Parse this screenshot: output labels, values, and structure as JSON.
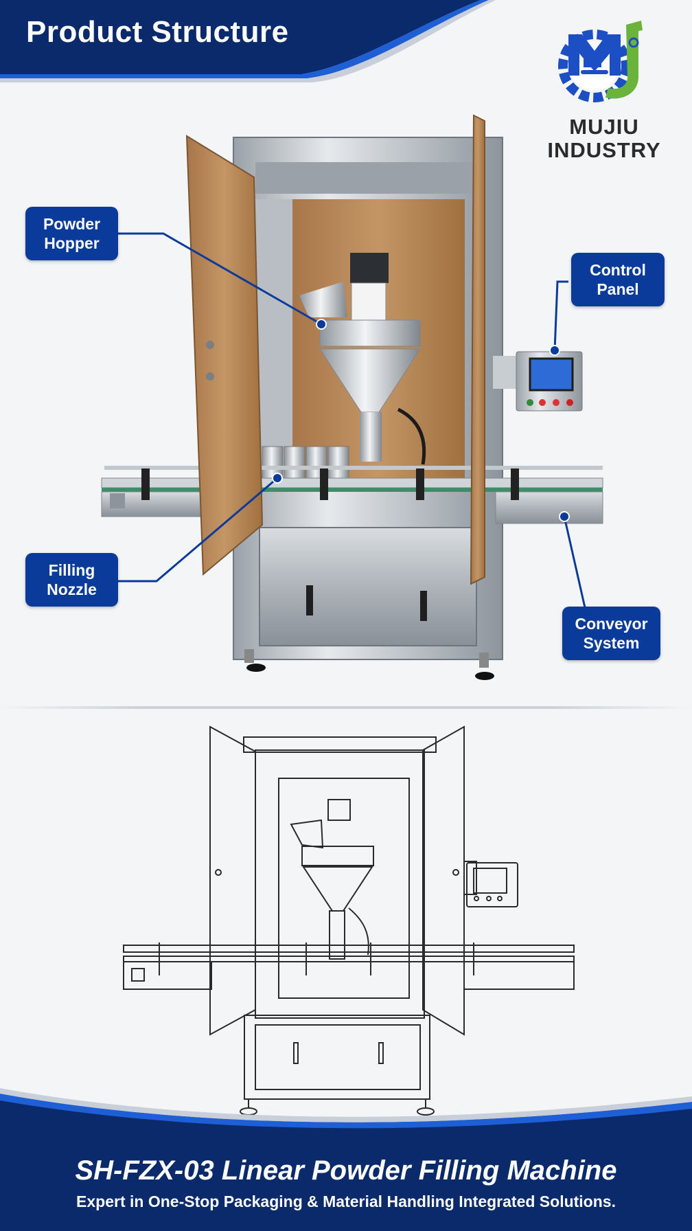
{
  "header": {
    "title": "Product Structure"
  },
  "brand": {
    "line1": "MUJIU",
    "line2": "INDUSTRY",
    "logo_icon": "gear-conveyor-logo-icon"
  },
  "callouts": {
    "powder_hopper": "Powder Hopper",
    "control_panel": "Control Panel",
    "filling_nozzle": "Filling Nozzle",
    "conveyor_system": "Conveyor System"
  },
  "footer": {
    "title": "SH-FZX-03 Linear Powder Filling Machine",
    "tagline": "Expert in One-Stop Packaging & Material Handling Integrated Solutions."
  },
  "colors": {
    "navy": "#0a2a6b",
    "royal_blue": "#0b3b9a",
    "accent_blue": "#1f5fd6",
    "logo_green": "#6ab43c",
    "wood": "#b98a58"
  }
}
